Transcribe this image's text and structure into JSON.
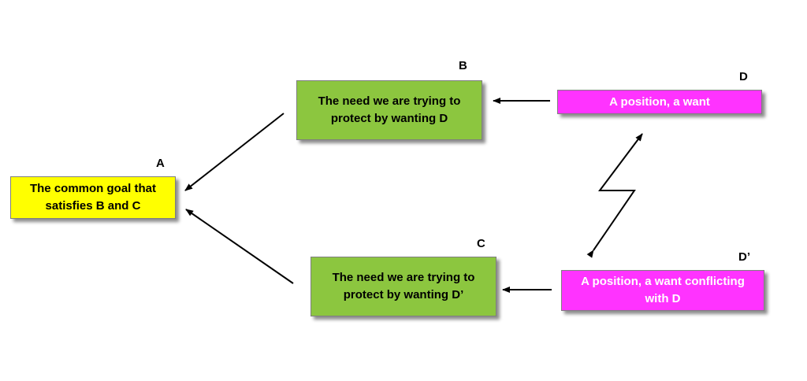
{
  "colors": {
    "goal": "#ffff00",
    "need": "#8cc63f",
    "want": "#ff33ff",
    "arrow": "#000000"
  },
  "nodes": {
    "a": {
      "letter": "A",
      "lines": [
        "The common goal that",
        "satisfies  B and C"
      ]
    },
    "b": {
      "letter": "B",
      "lines": [
        "The need we are trying to",
        "protect by wanting D"
      ]
    },
    "c": {
      "letter": "C",
      "lines": [
        "The need we are trying to",
        "protect by wanting D’"
      ]
    },
    "d": {
      "letter": "D",
      "lines": [
        "A position, a want"
      ]
    },
    "d_prime": {
      "letter": "D’",
      "lines": [
        "A position, a want conflicting",
        "with D"
      ]
    }
  }
}
